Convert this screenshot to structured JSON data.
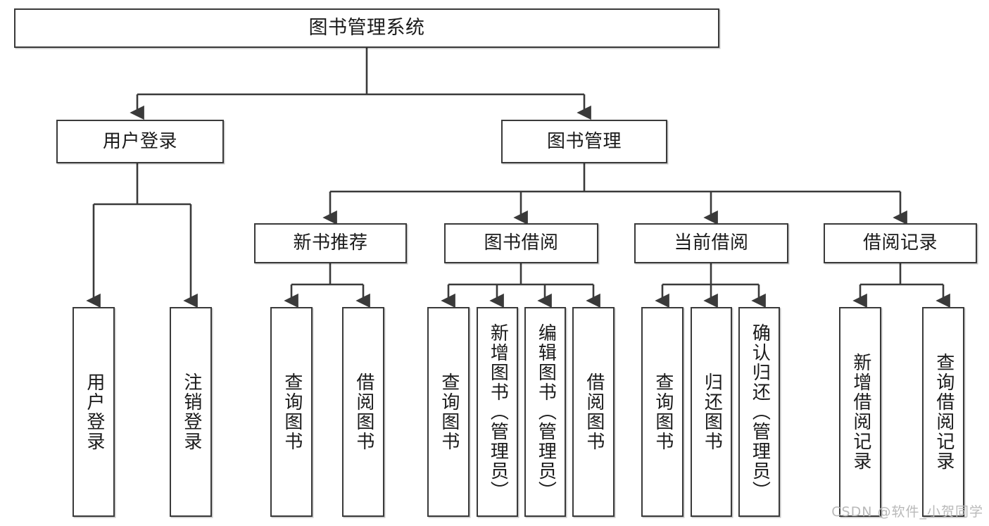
{
  "diagram": {
    "title": "图书管理系统",
    "type": "tree-hierarchy-diagram",
    "root": {
      "label": "图书管理系统"
    },
    "level2": [
      {
        "label": "用户登录"
      },
      {
        "label": "图书管理"
      }
    ],
    "level3": [
      {
        "label": "新书推荐"
      },
      {
        "label": "图书借阅"
      },
      {
        "label": "当前借阅"
      },
      {
        "label": "借阅记录"
      }
    ],
    "leaves": {
      "user_login": [
        {
          "label": "用户登录"
        },
        {
          "label": "注销登录"
        }
      ],
      "new_book_recommend": [
        {
          "label": "查询图书"
        },
        {
          "label": "借阅图书"
        }
      ],
      "book_borrow": [
        {
          "label": "查询图书"
        },
        {
          "label": "新增图书（管理员）"
        },
        {
          "label": "编辑图书（管理员）"
        },
        {
          "label": "借阅图书"
        }
      ],
      "current_borrow": [
        {
          "label": "查询图书"
        },
        {
          "label": "归还图书"
        },
        {
          "label": "确认归还（管理员）"
        }
      ],
      "borrow_record": [
        {
          "label": "新增借阅记录"
        },
        {
          "label": "查询借阅记录"
        }
      ]
    }
  },
  "watermark": {
    "text": "CSDN @软件_小贺同学"
  },
  "colors": {
    "border": "#3a3a3a",
    "background": "#ffffff",
    "text": "#1a1a1a",
    "watermark": "#b9b9b9"
  }
}
